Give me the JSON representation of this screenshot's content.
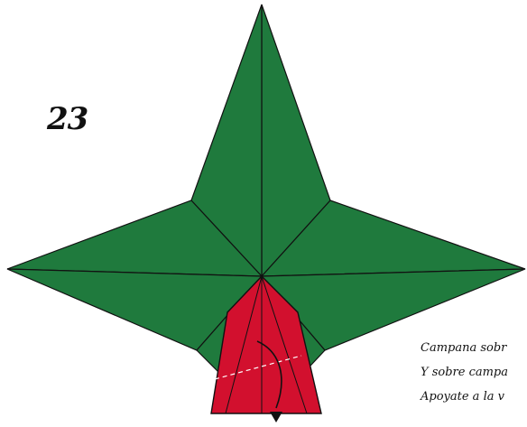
{
  "step_number": "23",
  "verse": {
    "line1": "Campana sobr",
    "line2": "Y sobre campa",
    "line3": "Apoyate a la v"
  },
  "colors": {
    "leaf": "#1f7a3d",
    "bell": "#d2102e",
    "stroke": "#111111",
    "background": "#ffffff"
  },
  "icons": {
    "fold_arrow": "curved-fold-arrow-icon",
    "valley_fold": "dashed-valley-fold-line"
  }
}
